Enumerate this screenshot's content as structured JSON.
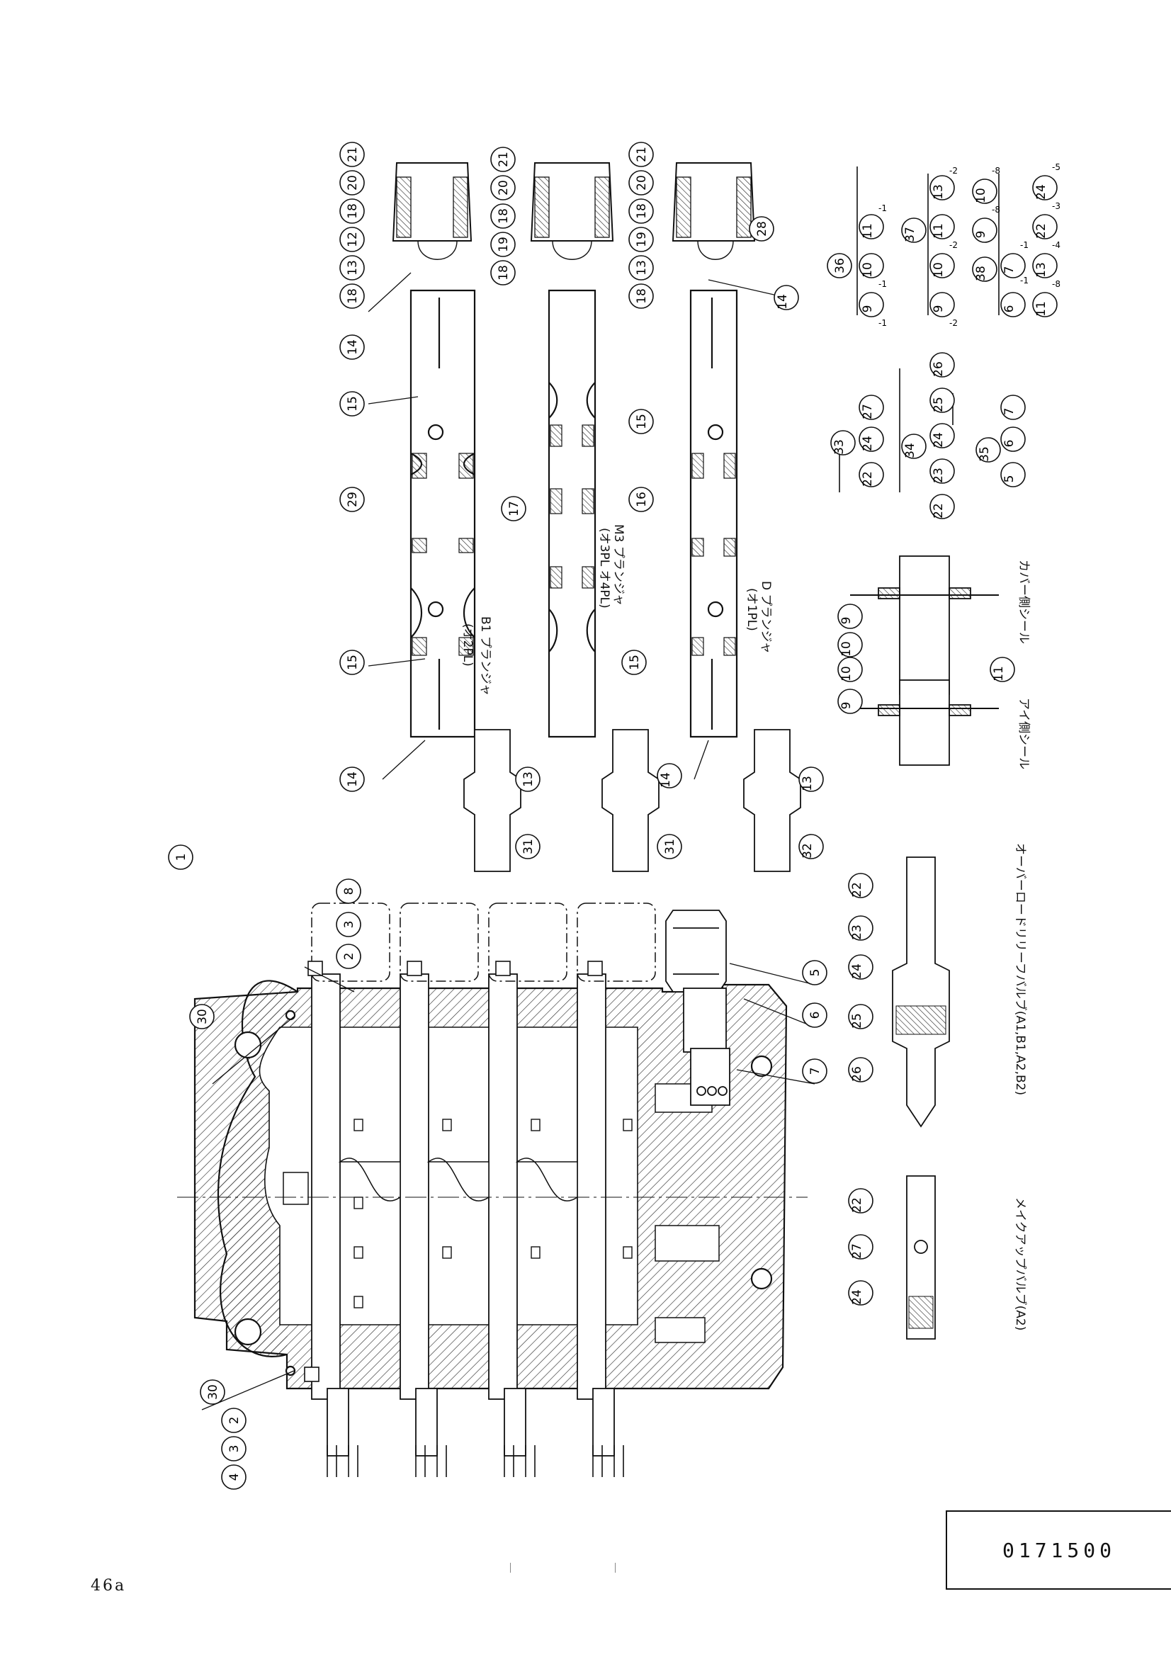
{
  "page_number": "46a",
  "document_number": "0171500",
  "labels": {
    "b1_plunger": "B1 プランジャ",
    "b1_plunger_sub": "(オ2PL)",
    "m3_plunger": "M3 プランジャ",
    "m3_plunger_sub": "(オ3PL オ4PL)",
    "d_plunger": "D プランジャ",
    "d_plunger_sub": "(オ1PL)",
    "cover_side_seal": "カバー側シール",
    "eye_side_seal": "アイ側シール",
    "overload_relief_valve": "オーバーロードリリーフバルブ(A1,B1,A2,B2)",
    "makeup_valve": "メイクアップバルブ(A2)"
  },
  "callouts": {
    "n1": "1",
    "n2": "2",
    "n3": "3",
    "n4": "4",
    "n5": "5",
    "n6": "6",
    "n7": "7",
    "n8": "8",
    "n9": "9",
    "n10": "10",
    "n11": "11",
    "n12": "12",
    "n13": "13",
    "n14": "14",
    "n15": "15",
    "n16": "16",
    "n17": "17",
    "n18": "18",
    "n19": "19",
    "n20": "20",
    "n21": "21",
    "n22": "22",
    "n23": "23",
    "n24": "24",
    "n25": "25",
    "n26": "26",
    "n27": "27",
    "n28": "28",
    "n29": "29",
    "n30": "30",
    "n31": "31",
    "n32": "32",
    "n33": "33",
    "n34": "34",
    "n35": "35",
    "n36": "36",
    "n37": "37",
    "n38": "38"
  },
  "suffixes": {
    "s1": "-1",
    "s2": "-2",
    "s3": "-3",
    "s4": "-4",
    "s5": "-5",
    "s8": "-8"
  }
}
